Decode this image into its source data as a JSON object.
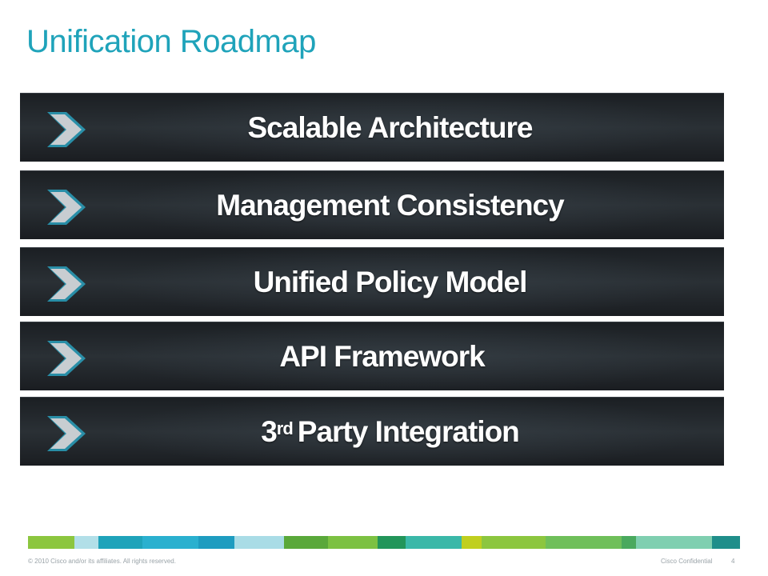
{
  "slide": {
    "title": "Unification Roadmap",
    "items": [
      {
        "label": "Scalable Architecture"
      },
      {
        "label": "Management Consistency"
      },
      {
        "label": "Unified Policy Model"
      },
      {
        "label": "API Framework"
      },
      {
        "label_prefix": "3",
        "label_sup": "rd",
        "label_rest": "Party Integration"
      }
    ]
  },
  "colors": {
    "title": "#1fa3ba",
    "chevron_fill": "#c8cdd1",
    "chevron_edge": "#2aa7c6",
    "bar_segments": [
      "#8cc63f",
      "#b2dfe8",
      "#1fa3ba",
      "#2ab0cf",
      "#1e9cc0",
      "#a9dce6",
      "#5aa83a",
      "#7cc142",
      "#22955a",
      "#3ab8a8",
      "#c0cf1f",
      "#8cc63f",
      "#6fbf5a",
      "#4aa95e",
      "#7fcfb0",
      "#1f8e8a"
    ]
  },
  "footer": {
    "copyright": "© 2010 Cisco and/or its affiliates. All rights reserved.",
    "confidential": "Cisco Confidential",
    "page": "4"
  }
}
